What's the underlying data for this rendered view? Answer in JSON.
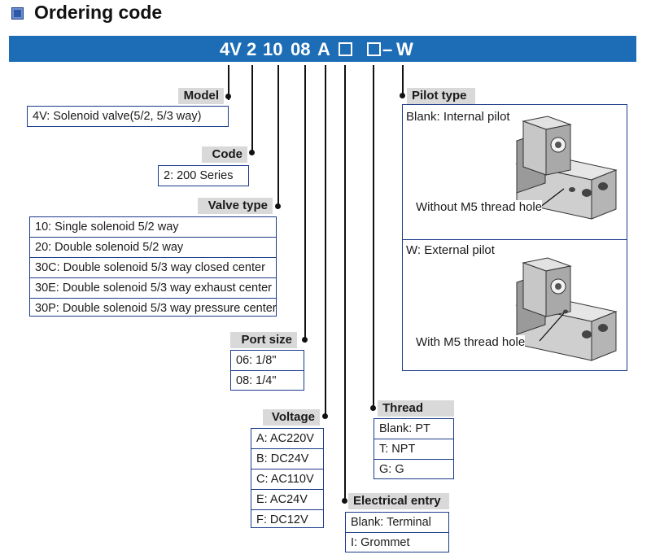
{
  "title": "Ordering code",
  "code": {
    "series": "4V",
    "size": "2",
    "valve": "10",
    "port": "08",
    "voltage": "A",
    "dash": "–",
    "pilot": "W"
  },
  "sections": {
    "model": {
      "label": "Model",
      "rows": [
        "4V: Solenoid valve(5/2, 5/3 way)"
      ]
    },
    "code": {
      "label": "Code",
      "rows": [
        "2: 200 Series"
      ]
    },
    "valve_type": {
      "label": "Valve type",
      "rows": [
        "10: Single solenoid 5/2 way",
        "20: Double solenoid 5/2 way",
        "30C: Double solenoid 5/3 way closed center",
        "30E: Double solenoid 5/3 way exhaust center",
        "30P: Double solenoid 5/3 way pressure center"
      ]
    },
    "port_size": {
      "label": "Port size",
      "rows": [
        "06: 1/8\"",
        "08: 1/4\""
      ]
    },
    "voltage": {
      "label": "Voltage",
      "rows": [
        "A: AC220V",
        "B: DC24V",
        "C: AC110V",
        "E: AC24V",
        "F: DC12V"
      ]
    },
    "electrical_entry": {
      "label": "Electrical entry",
      "rows": [
        "Blank: Terminal",
        "I: Grommet"
      ]
    },
    "thread_type": {
      "label": "Thread type",
      "rows": [
        "Blank: PT",
        "T: NPT",
        "G: G"
      ]
    },
    "pilot_type": {
      "label": "Pilot type",
      "internal": {
        "title": "Blank: Internal pilot",
        "callout": "Without M5 thread hole"
      },
      "external": {
        "title": "W: External pilot",
        "callout": "With M5 thread hole"
      }
    }
  }
}
